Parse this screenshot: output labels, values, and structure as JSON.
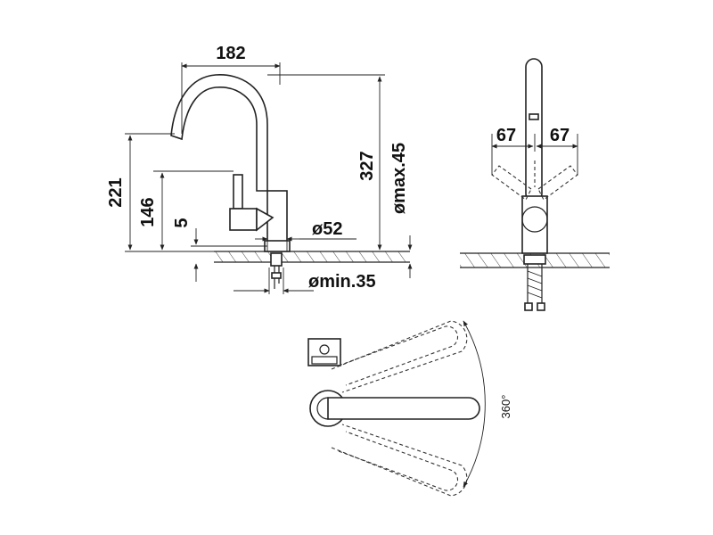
{
  "side_view": {
    "dim_spout_reach": "182",
    "dim_total_height": "327",
    "dim_spout_height": "221",
    "dim_lever_height": "146",
    "dim_base_offset": "5",
    "dim_base_diameter": "ø52",
    "dim_max_deck": "ømax.45",
    "dim_min_hole": "ømin.35"
  },
  "front_view": {
    "dim_left_swing": "67",
    "dim_right_swing": "67"
  },
  "top_view": {
    "dim_rotation": "360°"
  }
}
